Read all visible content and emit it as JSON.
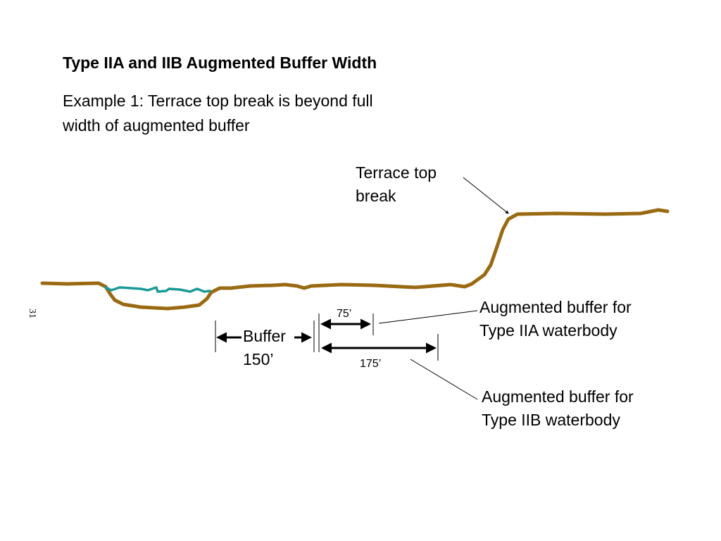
{
  "title": "Type IIA and IIB Augmented Buffer Width",
  "example": {
    "line1": "Example 1:  Terrace top break is beyond full",
    "line2": "width of augmented buffer"
  },
  "page_number": "31",
  "labels": {
    "terrace_line1": "Terrace top",
    "terrace_line2": "break",
    "buffer_line1": "Buffer",
    "buffer_line2": "150’",
    "dim_75": "75’",
    "dim_175": "175’",
    "type_iia_line1": "Augmented buffer for",
    "type_iia_line2": "Type IIA waterbody",
    "type_iib_line1": "Augmented buffer for",
    "type_iib_line2": "Type IIB waterbody"
  },
  "colors": {
    "ground": "#9a6a12",
    "water": "#1a9a96",
    "ink": "#000000"
  }
}
